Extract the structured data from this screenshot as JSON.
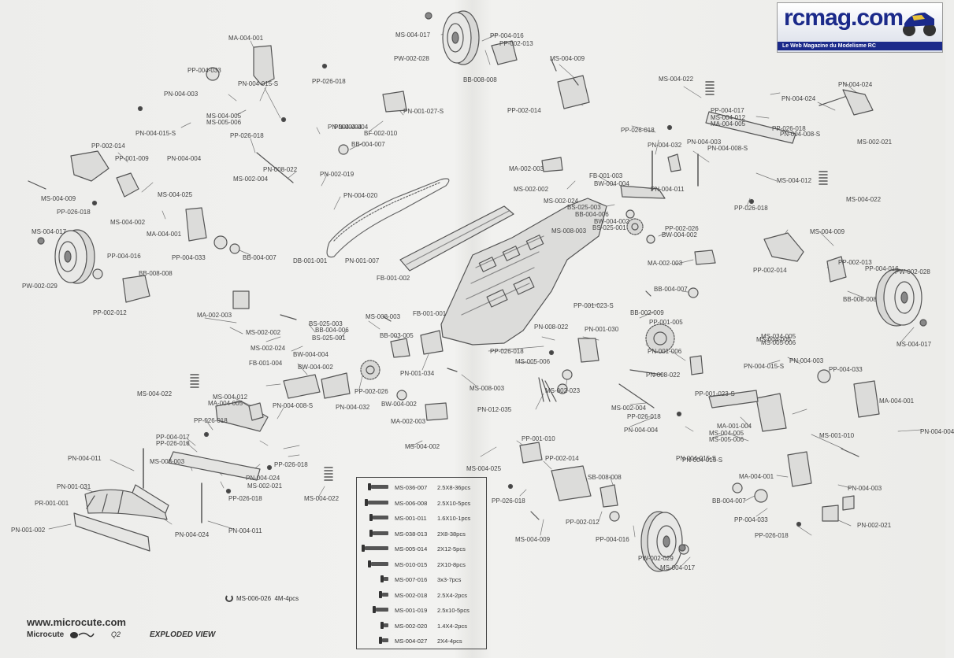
{
  "logo": {
    "name": "rcmag.com",
    "tagline": "Le Web Magazine du Modelisme RC"
  },
  "footer": {
    "website": "www.microcute.com",
    "brand": "Microcute",
    "model": "Q2",
    "view_title": "EXPLODED VIEW"
  },
  "colors": {
    "ink": "#444444",
    "paper": "#eeeeec",
    "logo_blue": "#1b2a8a"
  },
  "nut": {
    "code": "MS-006-026",
    "spec": "4M-4pcs"
  },
  "hardware_legend": [
    {
      "code": "MS-036-007",
      "spec": "2.5X8-36pcs"
    },
    {
      "code": "MS-006-008",
      "spec": "2.5X10-5pcs"
    },
    {
      "code": "MS-001-011",
      "spec": "1.6X10-1pcs"
    },
    {
      "code": "MS-038-013",
      "spec": "2X8-38pcs"
    },
    {
      "code": "MS-005-014",
      "spec": "2X12-5pcs"
    },
    {
      "code": "MS-010-015",
      "spec": "2X10-8pcs"
    },
    {
      "code": "MS-007-016",
      "spec": "3x3-7pcs"
    },
    {
      "code": "MS-002-018",
      "spec": "2.5X4-2pcs"
    },
    {
      "code": "MS-001-019",
      "spec": "2.5x10-5pcs"
    },
    {
      "code": "MS-002-020",
      "spec": "1.4X4-2pcs"
    },
    {
      "code": "MS-004-027",
      "spec": "2X4-4pcs"
    }
  ],
  "labels": [
    "MA-004-001",
    "PP-004-033",
    "PP-026-018",
    "PN-004-015-S",
    "PN-004-003",
    "MS-004-005",
    "MS-005-006",
    "PN-004-015-S",
    "PN-004-004",
    "PP-026-018",
    "PN-004-004",
    "PN-008-022",
    "MS-002-004",
    "PP-002-014",
    "PP-001-009",
    "MS-004-009",
    "PP-026-018",
    "MS-004-025",
    "MS-004-002",
    "MA-004-001",
    "PP-004-033",
    "BB-004-007",
    "MS-004-017",
    "PP-004-016",
    "BB-008-008",
    "PW-002-029",
    "PP-002-012",
    "MS-004-017",
    "PP-004-016",
    "PP-002-013",
    "PW-002-028",
    "BB-008-008",
    "MS-004-009",
    "PN-001-027-S",
    "BF-002-010",
    "PN-004-004",
    "BB-004-007",
    "PN-002-019",
    "PN-004-020",
    "DB-001-001",
    "PN-001-007",
    "FB-001-002",
    "PP-002-014",
    "MA-002-003",
    "MS-002-002",
    "FB-001-003",
    "BW-004-004",
    "MS-002-024",
    "BS-025-003",
    "BB-004-006",
    "BW-004-002",
    "MS-008-003",
    "BS-025-001",
    "PP-002-026",
    "BW-004-002",
    "PP-026-018",
    "MS-004-022",
    "PN-004-024",
    "PP-004-017",
    "MS-004-012",
    "PN-004-024",
    "MA-004-005",
    "PN-004-008-S",
    "PP-026-018",
    "PN-004-032",
    "PN-004-003",
    "PN-004-008-S",
    "MS-002-021",
    "PN-004-011",
    "MS-004-012",
    "MS-004-022",
    "PP-026-018",
    "MS-004-009",
    "PP-002-013",
    "PP-002-014",
    "PP-004-016",
    "PW-002-028",
    "MA-002-003",
    "BB-004-007",
    "BB-008-008",
    "PP-001-023-S",
    "BB-002-009",
    "PP-001-005",
    "MS-004-017",
    "MA-002-003",
    "MS-002-002",
    "BS-025-003",
    "BB-004-006",
    "MS-002-024",
    "BW-004-004",
    "BS-025-001",
    "FB-001-004",
    "BW-004-002",
    "FB-001-001",
    "MS-008-003",
    "BB-003-005",
    "PN-008-022",
    "PN-001-030",
    "PP-026-018",
    "MS-005-006",
    "PN-001-034",
    "PP-002-026",
    "MS-008-003",
    "PN-001-006",
    "MS-002-023",
    "MS-004-022",
    "BW-004-002",
    "MS-004-012",
    "PN-004-008-S",
    "PN-004-032",
    "MA-004-005",
    "PN-012-035",
    "MA-002-003",
    "PN-008-022",
    "MS-002-004",
    "PP-001-023-S",
    "PP-026-018",
    "PN-004-004",
    "MS-004-005",
    "PN-004-015-S",
    "MS-034-005",
    "MS-005-006",
    "PN-004-015-S",
    "PN-004-003",
    "PP-004-033",
    "MA-004-001",
    "PN-004-004",
    "MS-001-010",
    "MA-001-004",
    "MS-004-005",
    "MS-005-006",
    "PN-004-015-S",
    "PP-026-018",
    "PP-004-017",
    "PP-026-018",
    "MS-008-003",
    "PP-026-018",
    "PN-004-011",
    "PN-004-024",
    "MS-002-021",
    "PP-026-018",
    "PN-001-031",
    "PR-001-001",
    "PN-001-002",
    "PN-004-024",
    "PN-004-011",
    "MS-004-022",
    "PP-001-010",
    "MS-004-002",
    "MS-004-025",
    "PP-002-014",
    "SB-008-008",
    "PP-026-018",
    "PP-002-012",
    "MS-004-009",
    "PP-004-016",
    "PW-002-029",
    "MS-004-017",
    "MA-004-001",
    "BB-004-007",
    "PP-004-033",
    "PN-004-003",
    "PN-002-021",
    "PP-026-018"
  ]
}
